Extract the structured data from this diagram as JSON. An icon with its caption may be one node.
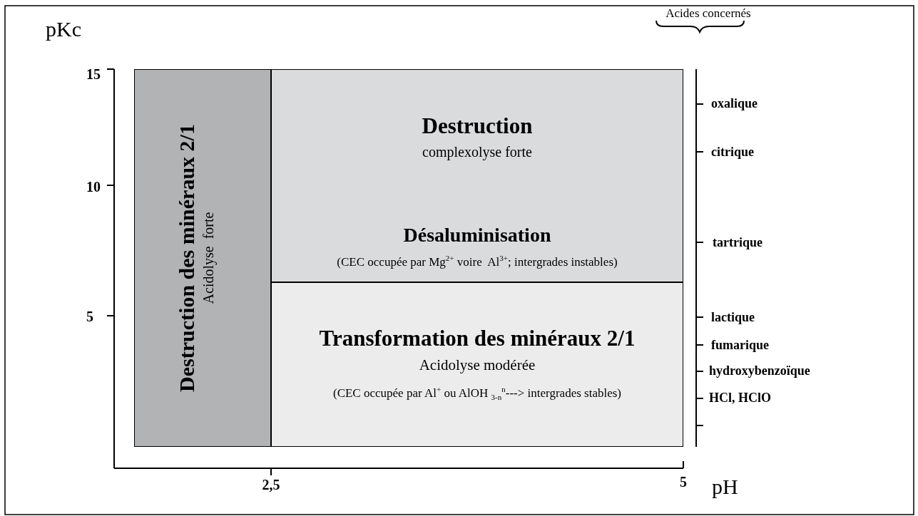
{
  "diagram": {
    "nodes": [
      {
        "text": [
          "Destruction des minéraux 2/1",
          "Acidolyse  forte"
        ]
      },
      {
        "text": [
          "Destruction",
          "complexolyse forte",
          "Désaluminisation",
          "(CEC occupée par Mg$^{2+}$ voire  Al$^{3+}$; intergrades instables)"
        ]
      },
      {
        "text": [
          "Transformation des minéraux 2/1",
          "Acidolyse modérée",
          "(CEC occupée par Al$^{+}$ ou AlOH $_{3-n}$$^{n}$---> intergrades stables)"
        ]
      }
    ],
    "labels": [
      "pKc",
      "Acides concernés",
      "15",
      "oxalique",
      "citrique",
      "10",
      "tartrique",
      "5",
      "lactique",
      "fumarique",
      "hydroxybenzoïque",
      "HCl, HClO",
      "2,5",
      "5",
      "pH"
    ]
  }
}
